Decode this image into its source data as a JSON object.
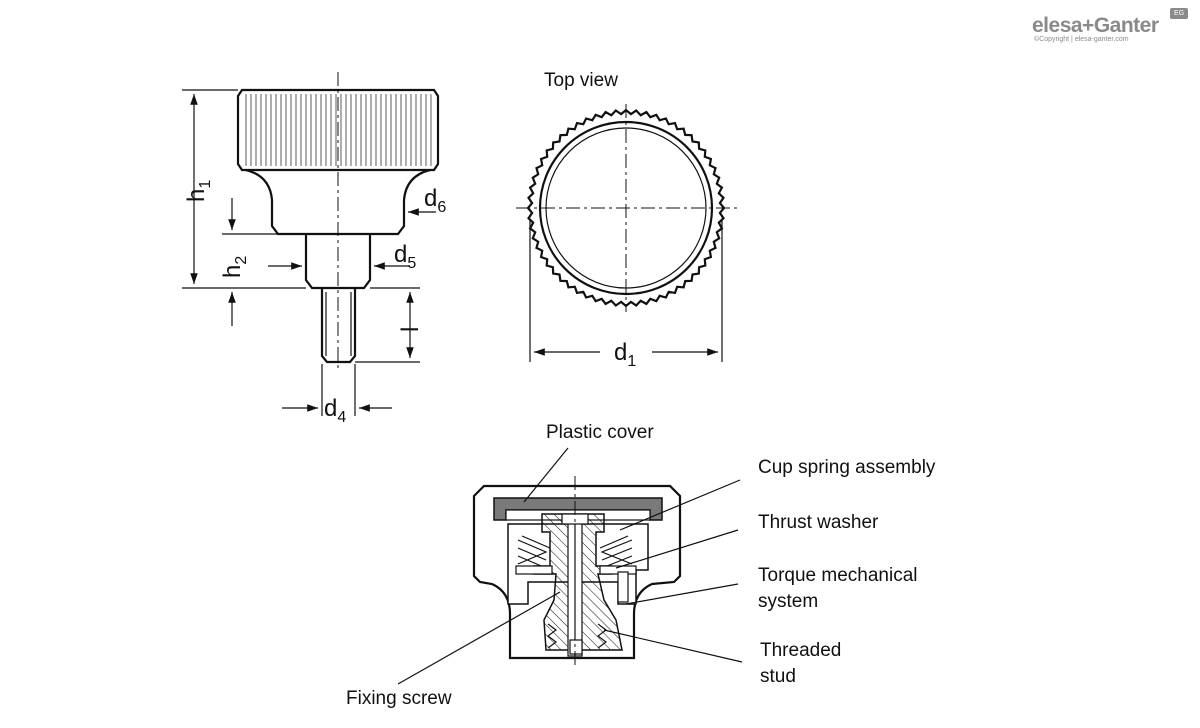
{
  "logo": {
    "brand": "elesa+Ganter",
    "copyright": "©Copyright | elesa-ganter.com",
    "badge": "EG"
  },
  "views": {
    "top_view_label": "Top view"
  },
  "dimensions": {
    "h1": {
      "main": "h",
      "sub": "1"
    },
    "h2": {
      "main": "h",
      "sub": "2"
    },
    "l": {
      "main": "l"
    },
    "d1": {
      "main": "d",
      "sub": "1"
    },
    "d4": {
      "main": "d",
      "sub": "4"
    },
    "d5": {
      "main": "d",
      "sub": "5"
    },
    "d6": {
      "main": "d",
      "sub": "6"
    }
  },
  "parts": {
    "plastic_cover": "Plastic cover",
    "cup_spring_assembly": "Cup spring assembly",
    "thrust_washer": "Thrust washer",
    "torque_mechanical_system_line1": "Torque mechanical",
    "torque_mechanical_system_line2": "system",
    "threaded_stud_line1": "Threaded",
    "threaded_stud_line2": "stud",
    "fixing_screw": "Fixing screw"
  }
}
